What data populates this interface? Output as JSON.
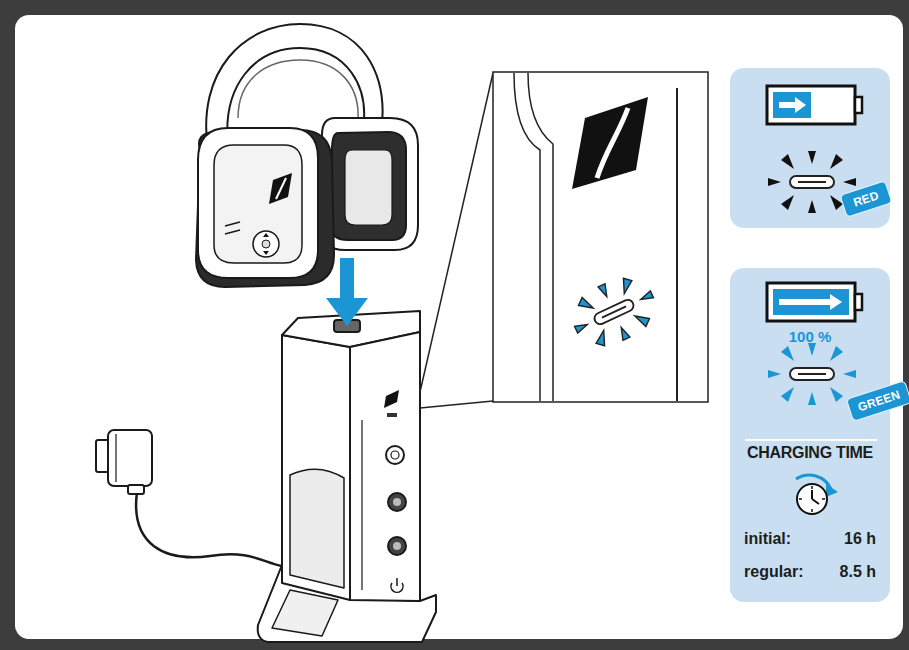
{
  "diagram": {
    "nodes": [
      {
        "text": [
          "RED"
        ]
      },
      {
        "text": [
          "100 %",
          "CHARGING TIME",
          "initial:",
          "16 h",
          "regular:",
          "8.5 h"
        ]
      },
      {
        "text": [
          "GREEN"
        ],
        "in": 1
      }
    ]
  }
}
